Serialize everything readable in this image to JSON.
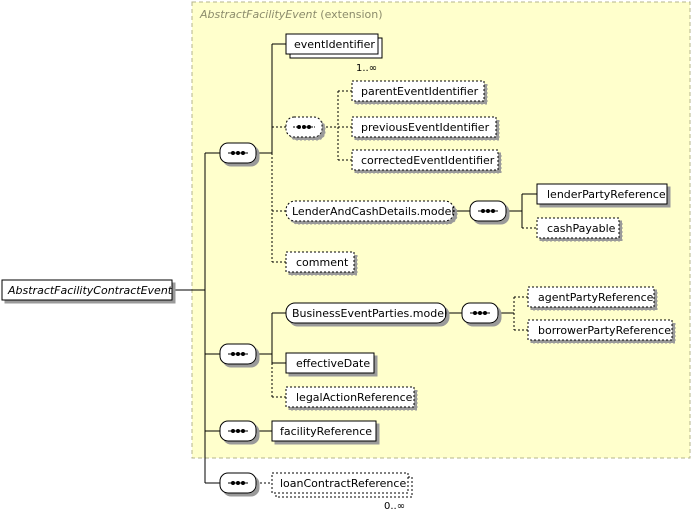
{
  "extension": {
    "name": "AbstractFacilityEvent",
    "suffix": " (extension)"
  },
  "root": "AbstractFacilityContractEvent",
  "elements": {
    "eventIdentifier": "eventIdentifier",
    "eventIdentifier_card": "1..∞",
    "parentEventIdentifier": "parentEventIdentifier",
    "previousEventIdentifier": "previousEventIdentifier",
    "correctedEventIdentifier": "correctedEventIdentifier",
    "lenderAndCashDetails": "LenderAndCashDetails.model",
    "lenderPartyReference": "lenderPartyReference",
    "cashPayable": "cashPayable",
    "comment": "comment",
    "businessEventParties": "BusinessEventParties.model",
    "agentPartyReference": "agentPartyReference",
    "borrowerPartyReference": "borrowerPartyReference",
    "effectiveDate": "effectiveDate",
    "legalActionReference": "legalActionReference",
    "facilityReference": "facilityReference",
    "loanContractReference": "loanContractReference",
    "loanContractReference_card": "0..∞"
  },
  "colors": {
    "extension_fill": "#ffffcc",
    "extension_border": "#b4b48c",
    "line": "#000000"
  }
}
